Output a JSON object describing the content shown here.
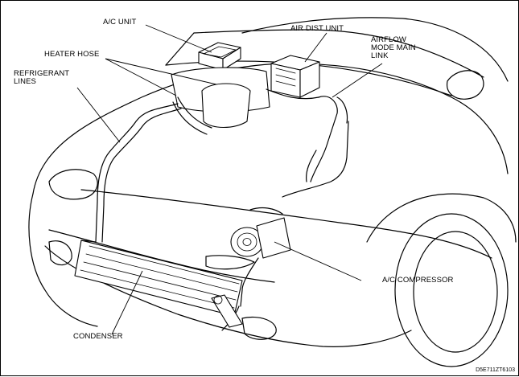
{
  "labels": {
    "ac_unit": "A/C UNIT",
    "air_dist_unit": "AIR DIST UNIT",
    "heater_hose": "HEATER HOSE",
    "airflow_mode_main_link": "AIRFLOW\nMODE MAIN\nLINK",
    "refrigerant_lines": "REFRIGERANT\nLINES",
    "ac_compressor": "A/C COMPRESSOR",
    "condenser": "CONDENSER"
  },
  "figure_code": "D5E711ZT6103"
}
